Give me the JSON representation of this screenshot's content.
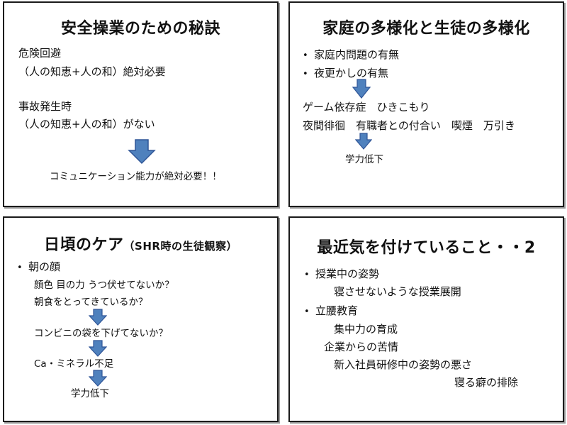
{
  "slides": [
    {
      "title": "安全操業のための秘訣",
      "lines": [
        "危険回避",
        "（人の知恵+人の和）絶対必要",
        "事故発生時",
        "（人の知恵+人の和）がない"
      ],
      "conclusion": "コミュニケーション能力が絶対必要！！"
    },
    {
      "title": "家庭の多様化と生徒の多様化",
      "bullets": [
        "家庭内問題の有無",
        "夜更かしの有無"
      ],
      "line1": "ゲーム依存症　ひきこもり",
      "line2": "夜間徘徊　有職者との付合い　喫煙　万引き",
      "result": "学力低下"
    },
    {
      "title": "日頃のケア",
      "title_sub": "（SHR時の生徒観察）",
      "bullet": "朝の顔",
      "line1": "顔色  目の力  うつ伏せてないか？",
      "line2": "朝食をとってきているか？",
      "line3": "コンビニの袋を下げてないか？",
      "line4": "Ca・ミネラル不足",
      "result": "学力低下"
    },
    {
      "title": "最近気を付けていること・・2",
      "bullet1": "授業中の姿勢",
      "sub1": "寝させないような授業展開",
      "bullet2": "立腰教育",
      "sub2": "集中力の育成",
      "sub3": "企業からの苦情",
      "sub4": "新入社員研修中の姿勢の悪さ",
      "sub5": "寝る癖の排除"
    }
  ],
  "bullet_glyph": "•",
  "colors": {
    "arrow_fill": "#4f81bd",
    "arrow_stroke": "#2f5597",
    "border": "#1a1a1a"
  }
}
